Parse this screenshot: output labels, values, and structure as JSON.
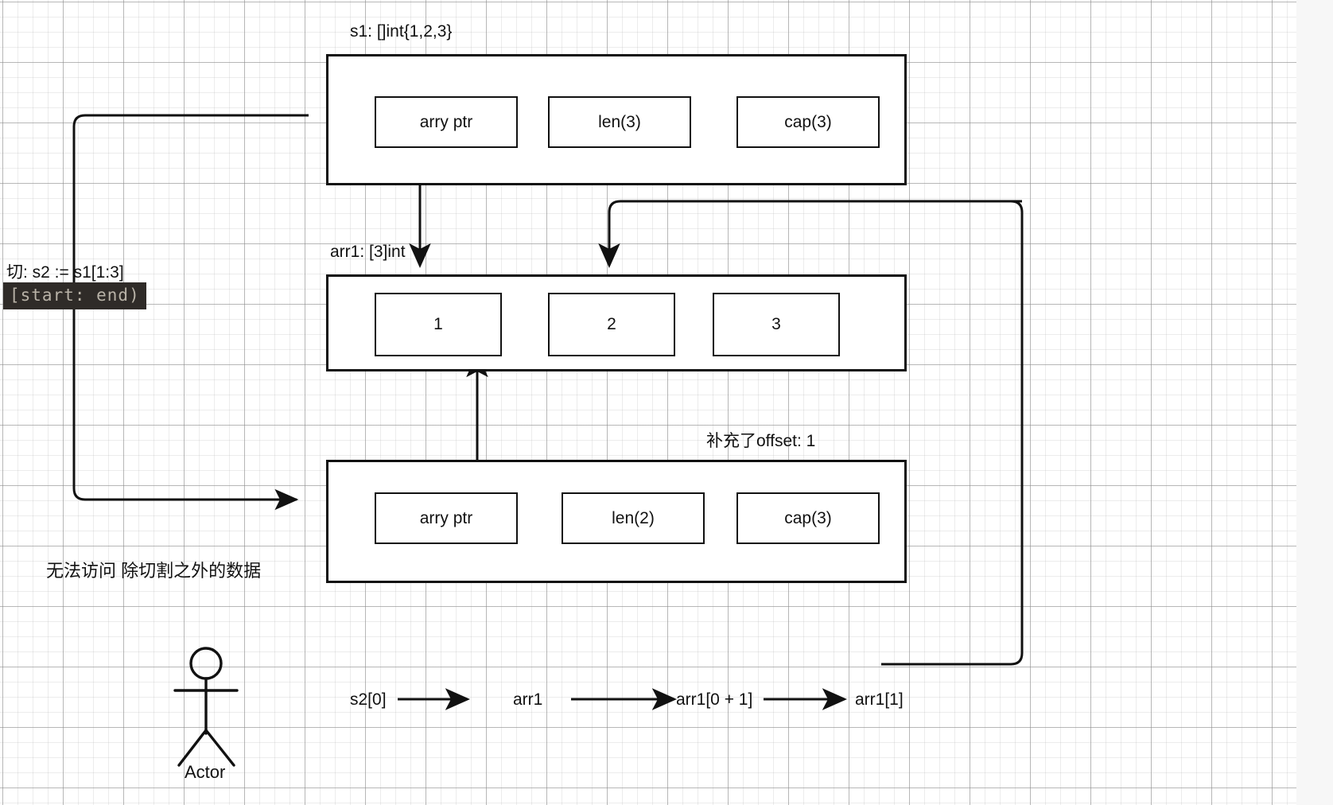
{
  "diagram": {
    "title_s1": "s1: []int{1,2,3}",
    "title_arr1": "arr1: [3]int",
    "note_offset": "补充了offset: 1",
    "note_slice": "切:  s2 := s1[1:3]",
    "note_slice_code": "[start: end)",
    "note_noaccess": "无法访问 除切割之外的数据",
    "s1_header": {
      "fields": [
        {
          "label": "arry ptr"
        },
        {
          "label": "len(3)"
        },
        {
          "label": "cap(3)"
        }
      ]
    },
    "arr1_array": {
      "elements": [
        {
          "label": "1"
        },
        {
          "label": "2"
        },
        {
          "label": "3"
        }
      ]
    },
    "s2_header": {
      "fields": [
        {
          "label": "arry ptr"
        },
        {
          "label": "len(2)"
        },
        {
          "label": "cap(3)"
        }
      ]
    },
    "flow": {
      "steps": [
        {
          "label": "s2[0]"
        },
        {
          "label": "arr1"
        },
        {
          "label": "arr1[0 + 1]"
        },
        {
          "label": "arr1[1]"
        }
      ],
      "arrow_icon": "arrow-right-icon"
    },
    "actor": {
      "caption": "Actor",
      "icon": "actor-stick-figure-icon"
    },
    "colors": {
      "stroke": "#111111",
      "canvas": "#ffffff",
      "grid_major": "#8c8c8c",
      "grid_minor": "#aaaaaa",
      "highlight_bg": "#2f2b28",
      "highlight_fg": "#b8b2a7"
    }
  }
}
